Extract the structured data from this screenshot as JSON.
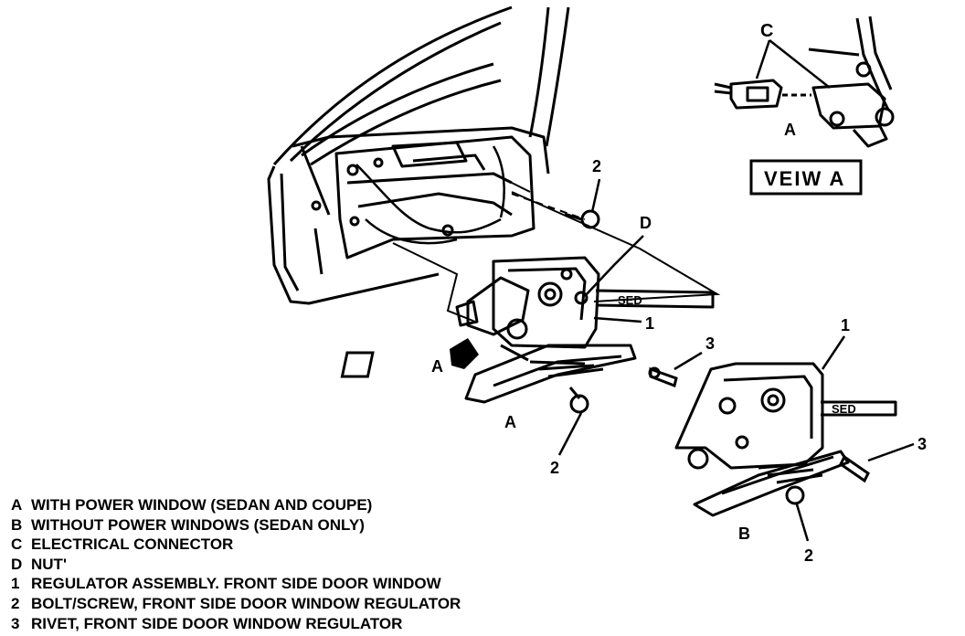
{
  "diagram": {
    "callouts": {
      "c": "C",
      "d": "D",
      "view_a_letter": "A",
      "view_a_box": "VEIW A",
      "arrow_a": "A",
      "label_a": "A",
      "label_b": "B",
      "two_top": "2",
      "two_mid": "2",
      "two_bottom": "2",
      "one_a": "1",
      "one_b": "1",
      "three_a": "3",
      "three_b": "3",
      "sed_a": "SED",
      "sed_b": "SED"
    },
    "legend": [
      {
        "key": "A",
        "text": "WITH POWER WINDOW (SEDAN AND COUPE)"
      },
      {
        "key": "B",
        "text": "WITHOUT POWER WINDOWS (SEDAN ONLY)"
      },
      {
        "key": "C",
        "text": "ELECTRICAL CONNECTOR"
      },
      {
        "key": "D",
        "text": "NUT'"
      },
      {
        "key": "1",
        "text": "REGULATOR ASSEMBLY. FRONT SIDE DOOR WINDOW"
      },
      {
        "key": "2",
        "text": "BOLT/SCREW, FRONT SIDE DOOR WINDOW REGULATOR"
      },
      {
        "key": "3",
        "text": "RIVET, FRONT SIDE DOOR WINDOW REGULATOR"
      }
    ]
  }
}
